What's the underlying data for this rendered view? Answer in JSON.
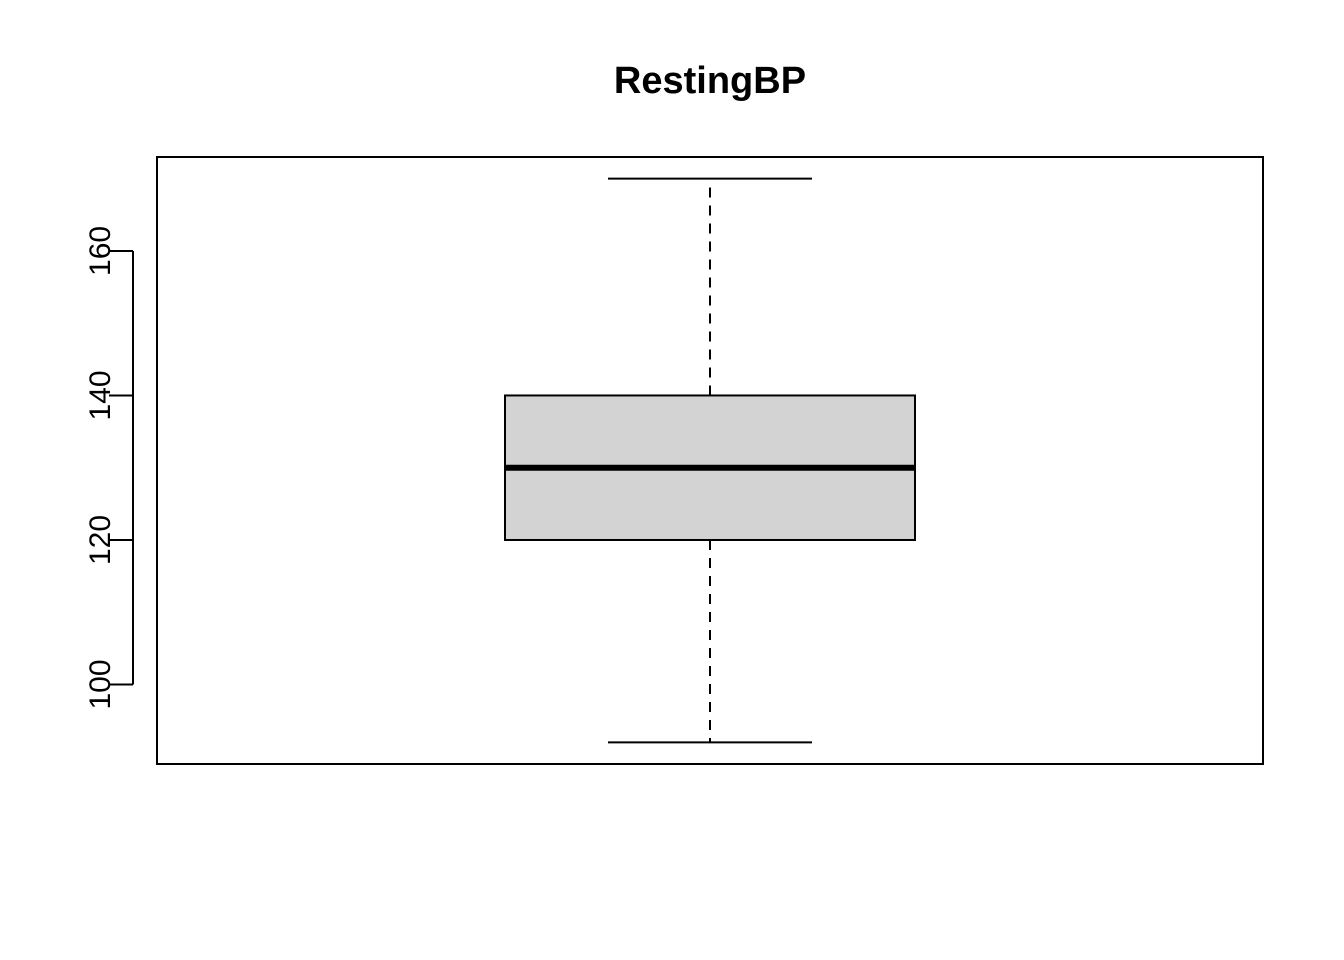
{
  "chart_data": {
    "type": "box",
    "title": "RestingBP",
    "xlabel": "",
    "ylabel": "",
    "ylim": [
      89,
      173
    ],
    "yticks": [
      100,
      120,
      140,
      160
    ],
    "box": {
      "whisker_low": 92,
      "q1": 120,
      "median": 130,
      "q3": 140,
      "whisker_high": 170
    },
    "grid": false,
    "legend": false,
    "colors": {
      "box_fill": "#d3d3d3",
      "stroke": "#000000",
      "background": "#ffffff"
    }
  }
}
